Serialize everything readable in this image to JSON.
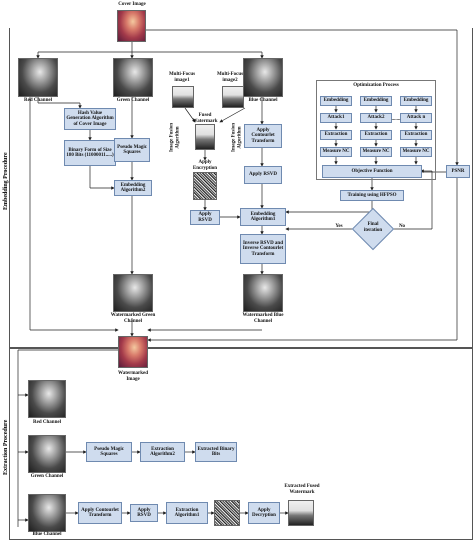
{
  "sections": {
    "embedding": "Embedding Procedure",
    "extraction": "Extraction Procedure"
  },
  "embed": {
    "cover_image": "Cover Image",
    "red_channel": "Red Channel",
    "green_channel": "Green Channel",
    "blue_channel": "Blue Channel",
    "hash": "Hash Value Generation Algorithm of Cover Image",
    "binary": "Binary Form of Size 180 Bits (11000011.....)",
    "pseudo": "Pseudo Magic Squares",
    "embed2": "Embedding Algorithm2",
    "multi1": "Multi-Focus image1",
    "multi2": "Multi-Focus image2",
    "fusion1": "Image Fusion Algorithm",
    "fusion2": "Image Fusion Algorithm",
    "fused": "Fused Watermark",
    "apply_enc": "Apply Encryption",
    "apply_contourlet": "Apply Contourlet Transform",
    "apply_rsvd": "Apply RSVD",
    "apply_rsvd2": "Apply RSVD",
    "embed1": "Embedding Algorithm1",
    "inverse": "Inverse RSVD and Inverse Contourlet Transform",
    "wm_green": "Watermarked Green Channel",
    "wm_blue": "Watermarked Blue Channel"
  },
  "opt": {
    "title": "Optimization Process",
    "embedding": [
      "Embedding",
      "Embedding",
      "Embedding"
    ],
    "attack": [
      "Attack1",
      "Attack2",
      "Attack n"
    ],
    "extraction": [
      "Extraction",
      "Extraction",
      "Extraction"
    ],
    "measure": [
      "Measure NC",
      "Measure NC",
      "Measure NC"
    ],
    "dots": ".......",
    "objective": "Objective Function",
    "training": "Training using HFPSO",
    "final": "Final iteration",
    "yes": "Yes",
    "no": "No",
    "psnr": "PSNR"
  },
  "extract": {
    "watermarked_image": "Watermarked Image",
    "red_channel": "Red Channel",
    "green_channel": "Green Channel",
    "blue_channel": "Blue Channel",
    "pseudo": "Pseudo Magic Squares",
    "extract2": "Extraction Algorithm2",
    "extracted_bits": "Extracted Binary Bits",
    "apply_contourlet": "Apply Contourlet Transform",
    "apply_rsvd": "Apply RSVD",
    "extract1": "Extraction Algorithm1",
    "apply_dec": "Apply Decryption",
    "extracted_fused": "Extracted Fused Watermark"
  }
}
